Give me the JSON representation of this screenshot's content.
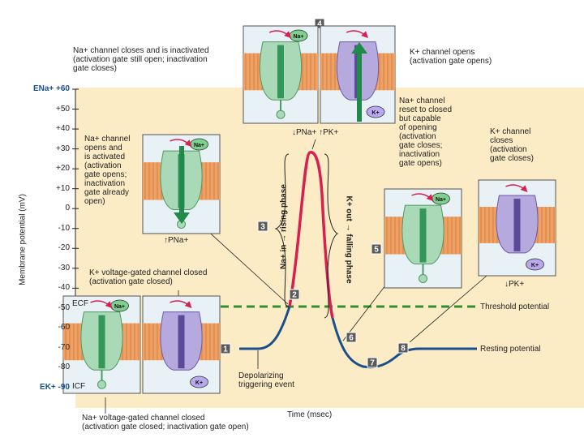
{
  "figure": {
    "y_axis_label": "Membrane potential (mV)",
    "x_axis_label": "Time (msec)",
    "y_ticks": [
      {
        "label": "ENa+ +60",
        "mv": 60
      },
      {
        "label": "+50",
        "mv": 50
      },
      {
        "label": "+40",
        "mv": 40
      },
      {
        "label": "+30",
        "mv": 30
      },
      {
        "label": "+20",
        "mv": 20
      },
      {
        "label": "+10",
        "mv": 10
      },
      {
        "label": "0",
        "mv": 0
      },
      {
        "label": "-10",
        "mv": -10
      },
      {
        "label": "-20",
        "mv": -20
      },
      {
        "label": "-30",
        "mv": -30
      },
      {
        "label": "-40",
        "mv": -40
      },
      {
        "label": "-50",
        "mv": -50
      },
      {
        "label": "-60",
        "mv": -60
      },
      {
        "label": "-70",
        "mv": -70
      },
      {
        "label": "-80",
        "mv": -80
      },
      {
        "label": "EK+ -90",
        "mv": -90
      }
    ],
    "threshold_label": "Threshold potential",
    "resting_label": "Resting potential",
    "depolarizing_label": "Depolarizing\ntriggering event",
    "rising_phase_label": "Na+ in → rising phase",
    "falling_phase_label": "K+ out → falling phase",
    "pna_label": "↑PNa+",
    "pna_pk_label": "↓PNa+ ↑PK+",
    "pk_down_label": "↓PK+",
    "ecf_label": "ECF",
    "icf_label": "ICF",
    "steps": [
      "1",
      "2",
      "3",
      "4",
      "5",
      "6",
      "7",
      "8"
    ],
    "ions": {
      "na": "Na+",
      "k": "K+"
    },
    "captions": {
      "na_closes_inactivated": "Na+ channel closes and is inactivated\n(activation gate still open; inactivation\ngate closes)",
      "k_opens": "K+ channel opens\n(activation gate opens)",
      "na_opens": "Na+ channel\nopens and\nis activated\n(activation\ngate opens;\ninactivation\ngate already\nopen)",
      "na_reset": "Na+ channel\nreset to closed\nbut capable\nof opening\n(activation\ngate closes;\ninactivation\ngate opens)",
      "k_closes": "K+ channel\ncloses\n(activation\ngate closes)",
      "k_closed": "K+ voltage-gated channel closed\n(activation gate closed)",
      "na_closed": "Na+ voltage-gated channel closed\n(activation gate closed; inactivation gate open)"
    }
  },
  "colors": {
    "plot_bg": "#fcecc5",
    "resting_curve": "#1b4f8c",
    "spike_curve": "#d62050",
    "threshold": "#2d8f2d",
    "membrane": "#f0a063",
    "na_channel": "#a9d9b6",
    "k_channel": "#b6a9dd"
  },
  "chart_data": {
    "type": "line",
    "xlabel": "Time (msec)",
    "ylabel": "Membrane potential (mV)",
    "ylim": [
      -90,
      60
    ],
    "threshold_mv": -50,
    "resting_mv": -70,
    "series": [
      {
        "values_mv": [
          -70,
          -70,
          -68,
          -62,
          -50,
          -20,
          10,
          30,
          10,
          -20,
          -50,
          -70,
          -80,
          -79,
          -74,
          -70,
          -70
        ]
      }
    ]
  }
}
